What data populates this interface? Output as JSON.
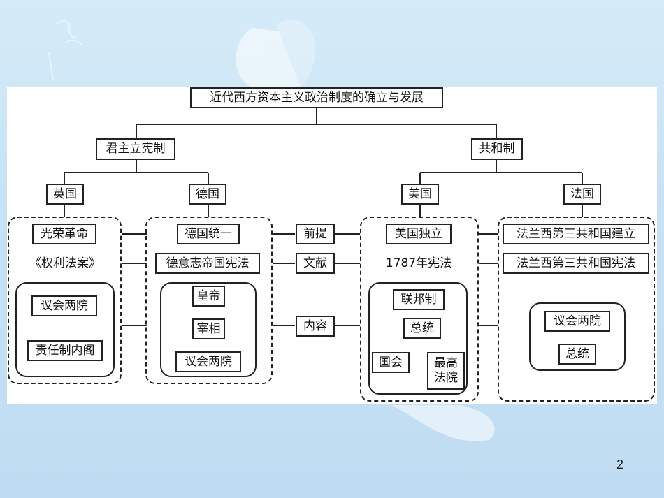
{
  "title": "近代西方资本主义政治制度的确立与发展",
  "branches": {
    "constitutional_monarchy": "君主立宪制",
    "republic": "共和制"
  },
  "countries": {
    "britain": "英国",
    "germany": "德国",
    "usa": "美国",
    "france": "法国"
  },
  "categories": {
    "premise": "前提",
    "document": "文献",
    "content": "内容"
  },
  "britain": {
    "premise": "光荣革命",
    "document": "《权利法案》",
    "parliament": "议会两院",
    "cabinet": "责任制内阁"
  },
  "germany": {
    "premise": "德国统一",
    "document": "德意志帝国宪法",
    "emperor": "皇帝",
    "chancellor": "宰相",
    "parliament": "议会两院"
  },
  "usa": {
    "premise": "美国独立",
    "document": "1787年宪法",
    "federalism": "联邦制",
    "president": "总统",
    "congress": "国会",
    "supreme_court": "最高法院"
  },
  "france": {
    "premise": "法兰西第三共和国建立",
    "document": "法兰西第三共和国宪法",
    "parliament": "议会两院",
    "president": "总统"
  },
  "page_number": "2"
}
